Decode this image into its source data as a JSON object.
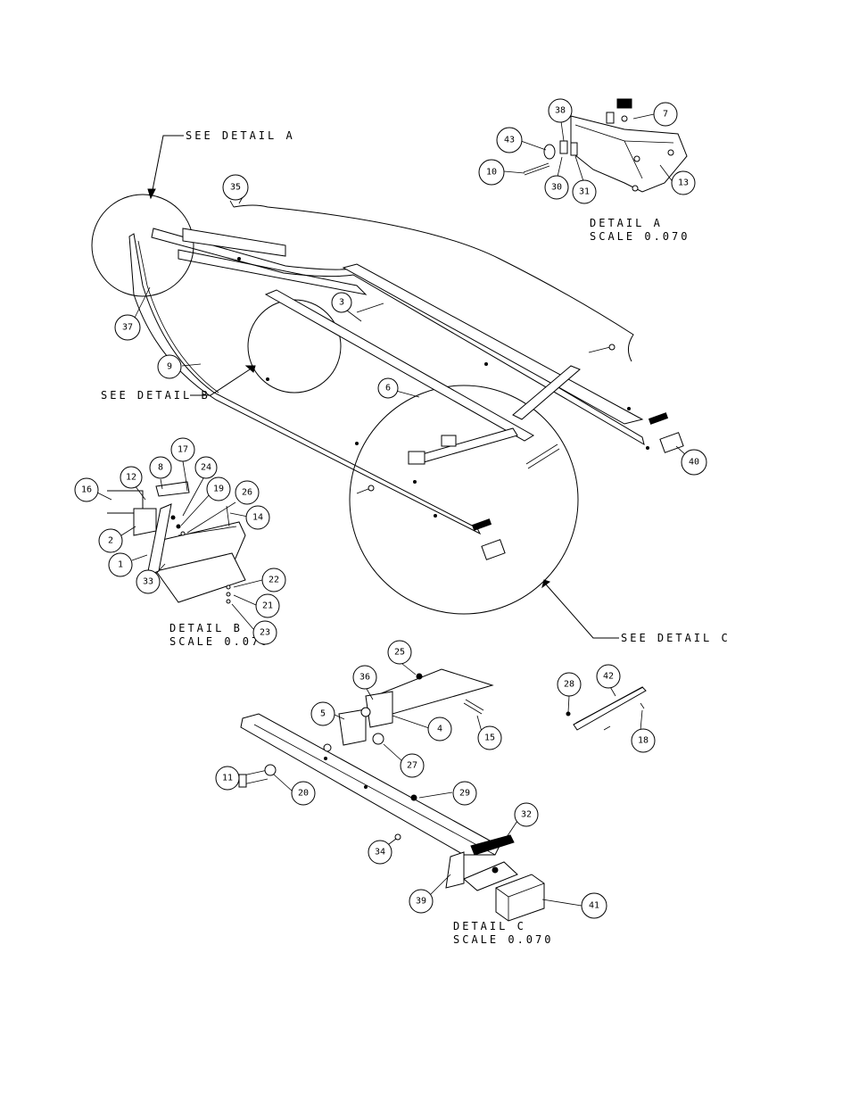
{
  "callouts": {
    "see_detail_a": "SEE DETAIL A",
    "see_detail_b": "SEE DETAIL B",
    "see_detail_c": "SEE DETAIL C"
  },
  "details": {
    "a": {
      "title": "DETAIL A",
      "scale": "SCALE 0.070"
    },
    "b": {
      "title": "DETAIL B",
      "scale": "SCALE 0.070"
    },
    "c": {
      "title": "DETAIL C",
      "scale": "SCALE 0.070"
    }
  },
  "part_numbers": {
    "main": [
      "35",
      "37",
      "3",
      "9",
      "6",
      "40"
    ],
    "detail_a": [
      "38",
      "43",
      "10",
      "30",
      "31",
      "7",
      "13"
    ],
    "detail_b": [
      "16",
      "12",
      "8",
      "17",
      "24",
      "19",
      "26",
      "14",
      "2",
      "1",
      "33",
      "22",
      "21",
      "23"
    ],
    "detail_c": [
      "25",
      "36",
      "5",
      "4",
      "15",
      "27",
      "11",
      "20",
      "29",
      "32",
      "34",
      "39",
      "41",
      "28",
      "42",
      "18"
    ]
  }
}
